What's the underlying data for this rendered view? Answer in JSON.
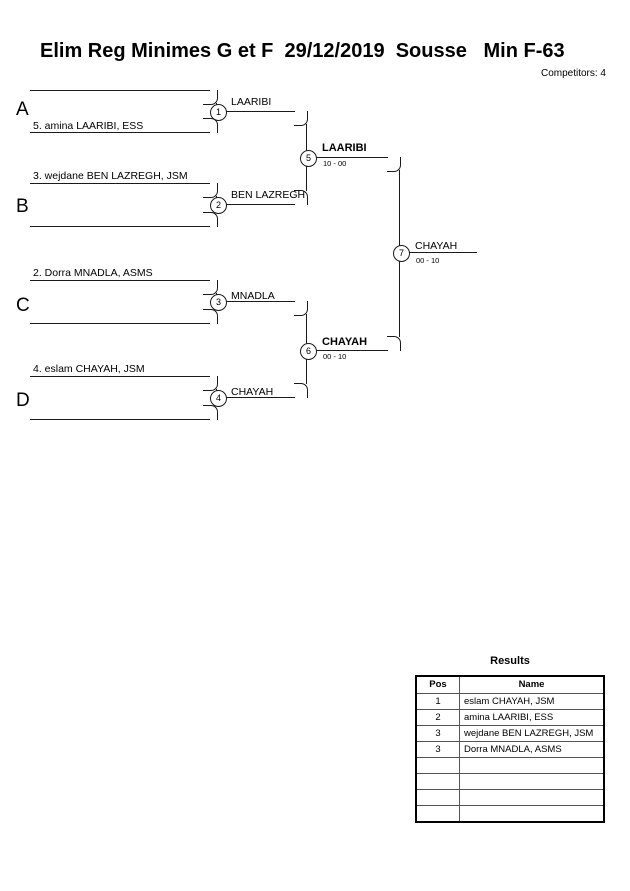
{
  "header": {
    "title": "Elim Reg Minimes G et F  29/12/2019  Sousse   Min F-63",
    "competitors_label": "Competitors: 4"
  },
  "bracket": {
    "slots": [
      {
        "letter": "A",
        "entrant": "5. amina LAARIBI, ESS"
      },
      {
        "letter": "B",
        "entrant": "3. wejdane BEN LAZREGH, JSM"
      },
      {
        "letter": "C",
        "entrant": "2. Dorra MNADLA, ASMS"
      },
      {
        "letter": "D",
        "entrant": "4. eslam CHAYAH, JSM"
      }
    ],
    "matches": [
      {
        "number": "1",
        "winner": "LAARIBI",
        "score": ""
      },
      {
        "number": "2",
        "winner": "BEN LAZREGH",
        "score": ""
      },
      {
        "number": "3",
        "winner": "MNADLA",
        "score": ""
      },
      {
        "number": "4",
        "winner": "CHAYAH",
        "score": ""
      },
      {
        "number": "5",
        "winner": "LAARIBI",
        "score": "10 - 00"
      },
      {
        "number": "6",
        "winner": "CHAYAH",
        "score": "00 - 10"
      },
      {
        "number": "7",
        "winner": "CHAYAH",
        "score": "00 - 10"
      }
    ]
  },
  "results": {
    "title": "Results",
    "columns": [
      "Pos",
      "Name"
    ],
    "rows": [
      {
        "pos": "1",
        "name": "eslam CHAYAH, JSM"
      },
      {
        "pos": "2",
        "name": "amina LAARIBI, ESS"
      },
      {
        "pos": "3",
        "name": "wejdane BEN LAZREGH, JSM"
      },
      {
        "pos": "3",
        "name": "Dorra MNADLA, ASMS"
      },
      {
        "pos": "",
        "name": ""
      },
      {
        "pos": "",
        "name": ""
      },
      {
        "pos": "",
        "name": ""
      },
      {
        "pos": "",
        "name": ""
      }
    ]
  }
}
